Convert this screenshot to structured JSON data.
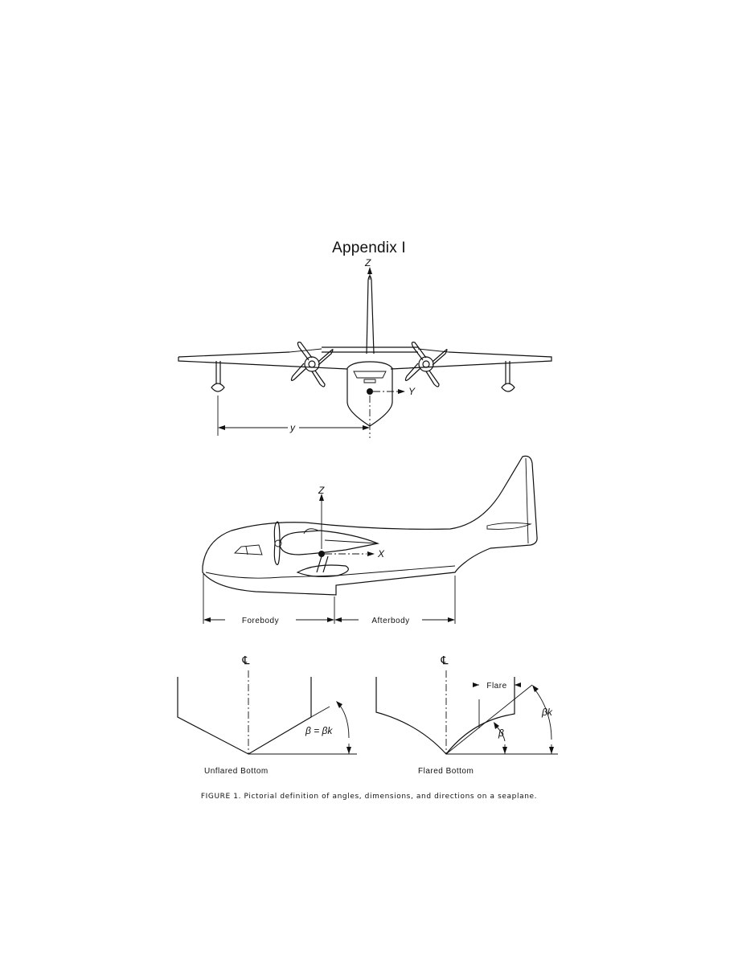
{
  "heading": "Appendix I",
  "front_view": {
    "z_axis_label": "Z",
    "y_axis_label": "Y",
    "span_dimension_label": "y"
  },
  "side_view": {
    "z_axis_label": "Z",
    "x_axis_label": "X",
    "forebody_label": "Forebody",
    "afterbody_label": "Afterbody"
  },
  "unflared": {
    "centerline_symbol": "℄",
    "angle_label": "β = βk",
    "title": "Unflared Bottom"
  },
  "flared": {
    "centerline_symbol": "℄",
    "flare_label": "Flare",
    "beta_k_label": "βk",
    "beta_label": "β",
    "title": "Flared Bottom"
  },
  "caption": "FIGURE 1.  Pictorial definition of angles, dimensions, and directions on a seaplane."
}
